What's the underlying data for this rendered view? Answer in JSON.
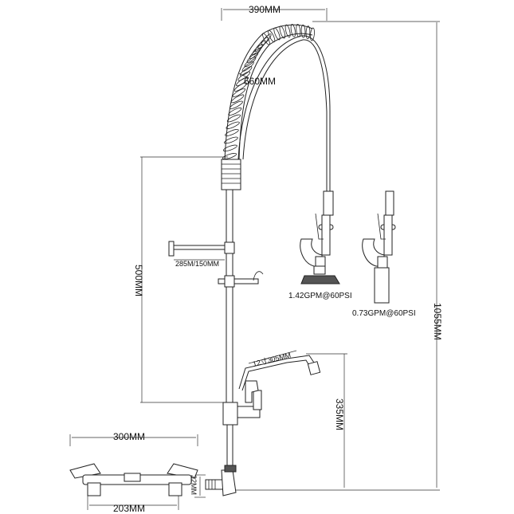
{
  "dimensions": {
    "top_width": "390MM",
    "hose_length": "660MM",
    "riser_height": "500MM",
    "total_height": "1055MM",
    "shelf_arm": "285M/150MM",
    "spout_length": "12寸305MM",
    "spout_height": "335MM",
    "base_width": "300MM",
    "base_centers": "203MM",
    "inlet_size": "22MM"
  },
  "spray_valves": {
    "high_flow": "1.42GPM@60PSI",
    "low_flow": "0.73GPM@60PSI"
  }
}
